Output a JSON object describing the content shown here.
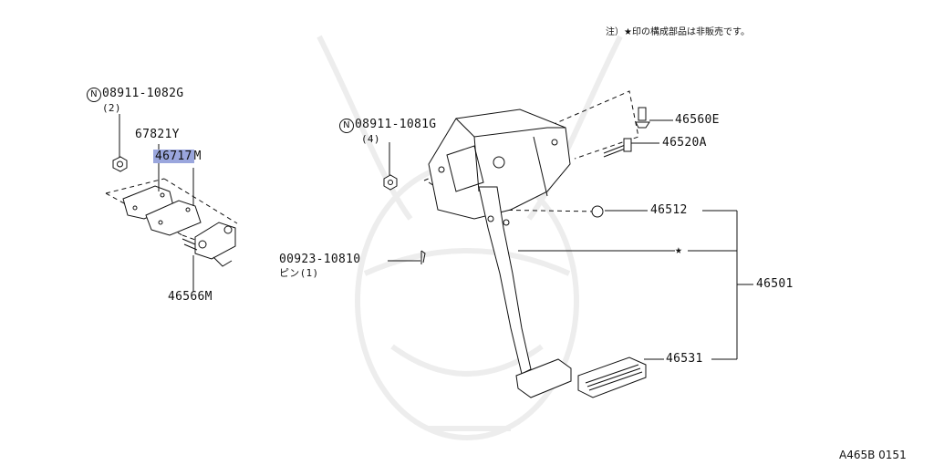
{
  "note": "注）★印の構成部品は非販売です。",
  "diagram_code": "A465B 0151",
  "star_symbol": "★",
  "nut_prefix": "N",
  "labels": {
    "nut_left_part": "08911-1082G",
    "nut_left_qty": "(2)",
    "part_67821y": "67821Y",
    "part_46717m": "46717M",
    "part_46566m": "46566M",
    "nut_mid_part": "08911-1081G",
    "nut_mid_qty": "(4)",
    "part_46560e": "46560E",
    "part_46520a": "46520A",
    "part_46512": "46512",
    "part_46501": "46501",
    "part_46531": "46531",
    "pin_part": "00923-10810",
    "pin_text": "ピン(1)"
  }
}
